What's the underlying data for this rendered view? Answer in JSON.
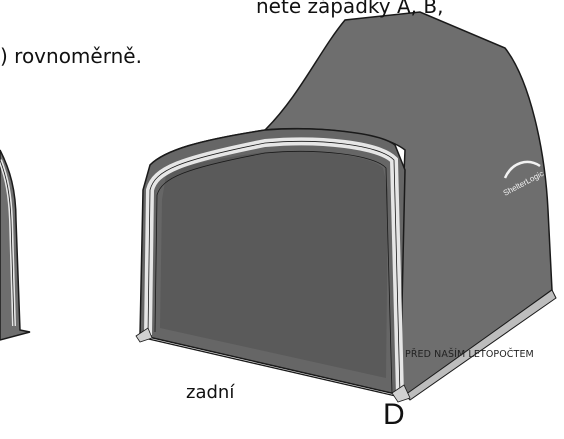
{
  "text": {
    "instruction_line1": "nete západky A, B,",
    "instruction_line2": ") rovnoměrně.",
    "bc_label": "PŘED NAŠÍM LETOPOČTEM",
    "rear_label": "zadní",
    "point_label": "D"
  },
  "logo": {
    "text": "ShelterLogic"
  },
  "colors": {
    "shelter_cover": "#6e6e6e",
    "shelter_dark": "#4b4b4b",
    "frame": "#e6e6e6",
    "outline": "#1a1a1a"
  }
}
